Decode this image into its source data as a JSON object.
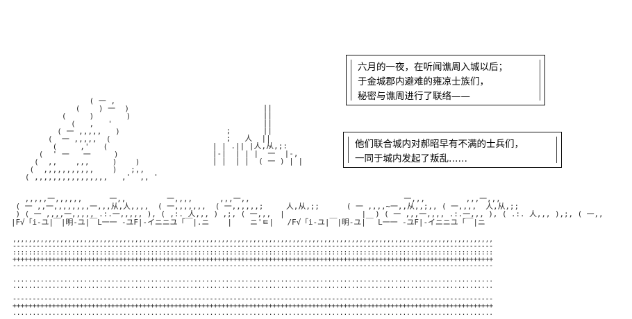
{
  "scene": {
    "name": "burning-city-aa-scene",
    "background_color": "#ffffff",
    "ink_color": "#2b2b2b"
  },
  "art": {
    "smoke": {
      "label": "rising-smoke-plume",
      "lines": [
        "                 ( 一 ,",
        "              (    ) 一  )",
        "           (     )       )",
        "             (   ,   '",
        "          ( 一 ,,,,,   )",
        "        (  一 ,,,,,  (",
        "         (     ,'   (",
        "      (  ' 一   一     )",
        "     (  ,,    ,,,     )    )",
        "    (  ,,,,,,,,,,,    )   ;,,",
        "   ( ,,,,,,,,,,,,,,,,   ,'  ,, '"
      ]
    },
    "tower": {
      "label": "pagoda-tower",
      "lines": [
        "              ||",
        "              ||",
        "              ||",
        "      ;       ||",
        "      ;   人  ||",
        "   | | .|| |人,从,;:",
        "   |-|  | | |  一  |-,",
        "   | |  | |  ( 一 ) | |"
      ]
    },
    "skyline": {
      "label": "city-rooftops-and-wall",
      "lines": [
        "   ,,,,,一,,,,,,      一,,         一,,,,      ,,,一,,                                  一,,,         ,,,一,,,",
        " ( 一 ,,一,,,,,,,,一,,,从,人,,,,  ( 一,,,,,,,  ( 一,,,,,,;     人,从,;;      ( 一 ,,,,~一,,从,,;,, ( 一,,,,  人,从,;;",
        " ) ( 一 ,,,,一,,,,, .:.一,,,,, ), ( ,:. 人,,, ) ,;, ( 一,,,  |                 |  ) ( 一 ,,,一,,,, .:.一,,, ), ( .:. 人,,, ),;, ( 一,,",
        "|F√「i-ユ|￣|明-ユ|￣L一一 -ユF|-イニニユ「￣|.ニ    |    ニ'ㅌ|   /F√「i-ユ|￣|明-ユ|￣ L一一 -ユF|-イニニユ「￣|ニ"
      ]
    },
    "ground": {
      "label": "moat-ground-hatching",
      "lines": [
        ",,,,,,,,,,,,,,,,,,,,,,,,,,,,,,,,,,,,,,,,,,,,,,,,,,,,,,,,,,,,,,,,,,,,,,,,,,,,,,,,,,,,,,,,,,,,,,,,,,,,,,,,,,,,,,,,,,,,,,,,,,",
        "--------------------------------------------------------------------------------------------------------------------------",
        "::::::::::::::::::::::::::::::::::::::::::::::::::::::::::::::::::::::::::::::::::::::::::::::::::::::::::::::::::::::::::",
        "++++++++++++++++++++++++++++++++++++++++++++++++++++++++++++++++++++++++++++++++++++++++++++++++++++++++++++++++++++++++++",
        "--------------------------------------------------------------------------------------------------------------------------",
        "                                                                                                                          ",
        "..........................................................................................................................",
        "..........................................................................................................................",
        "                                                                                                                          ",
        "--------------------------------------------------------------------------------------------------------------------------",
        "++++++++++++++++++++++++++++++++++++++++++++++++++++++++++++++++++++++++++++++++++++++++++++++++++++++++++++++++++++++++++",
        ".........................................................................................................................."
      ]
    }
  },
  "narration": {
    "box1": {
      "lines": [
        "六月的一夜，在听闻谯周入城以后；",
        "于金城郡内避难的雍凉士族们，",
        "秘密与谯周进行了联络——"
      ]
    },
    "box2": {
      "lines": [
        "他们联合城内对郝昭早有不满的士兵们，",
        "一同于城内发起了叛乱……"
      ]
    }
  }
}
